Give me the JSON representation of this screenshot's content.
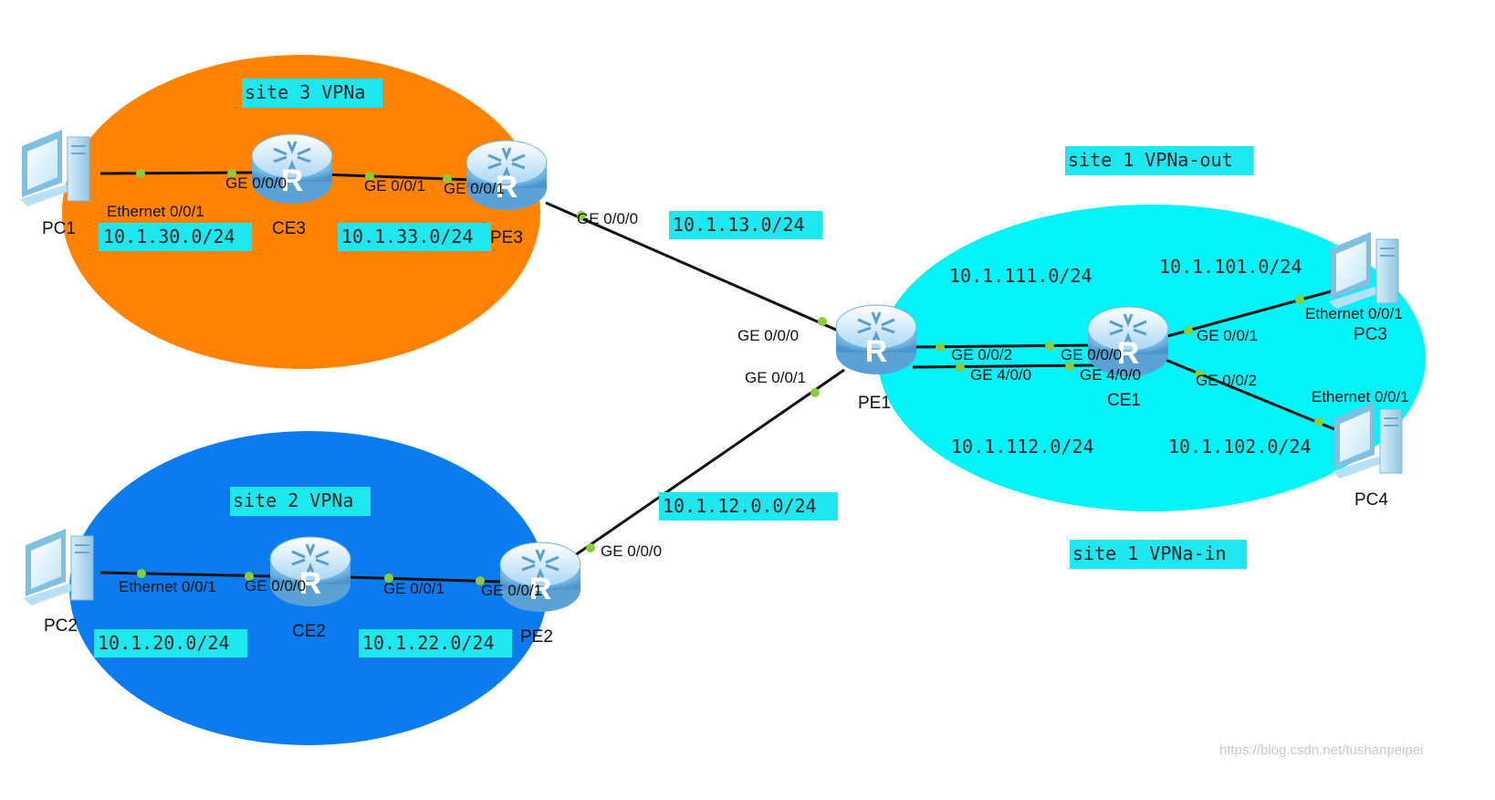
{
  "colors": {
    "site3": "#ff8200",
    "site2": "#0a7cf0",
    "site1": "#00f4f8",
    "label_bg": "#1de8f0",
    "link": "#111111",
    "port_dot": "#8ccc3a"
  },
  "sites": {
    "site3": "site 3 VPNa",
    "site2": "site 2 VPNa",
    "site1_out": "site 1 VPNa-out",
    "site1_in": "site 1 VPNa-in"
  },
  "devices": {
    "pc1": "PC1",
    "ce3": "CE3",
    "pe3": "PE3",
    "pc2": "PC2",
    "ce2": "CE2",
    "pe2": "PE2",
    "pe1": "PE1",
    "ce1": "CE1",
    "pc3": "PC3",
    "pc4": "PC4"
  },
  "device_icons": {
    "router": "router-icon",
    "pc": "pc-icon"
  },
  "interfaces": {
    "pc1_eth": "Ethernet 0/0/1",
    "ce3_ge000": "GE 0/0/0",
    "ce3_ge001": "GE 0/0/1",
    "pe3_ge001": "GE 0/0/1",
    "pe3_ge000": "GE 0/0/0",
    "pe1_ge000": "GE 0/0/0",
    "pe1_ge001": "GE 0/0/1",
    "pe1_ge002": "GE 0/0/2",
    "pe1_ge400": "GE 4/0/0",
    "ce1_ge000": "GE 0/0/0",
    "ce1_ge400": "GE 4/0/0",
    "ce1_ge001": "GE 0/0/1",
    "ce1_ge002": "GE 0/0/2",
    "pc3_eth": "Ethernet 0/0/1",
    "pc4_eth": "Ethernet 0/0/1",
    "pc2_eth": "Ethernet 0/0/1",
    "ce2_ge000": "GE 0/0/0",
    "ce2_ge001": "GE 0/0/1",
    "pe2_ge001": "GE 0/0/1",
    "pe2_ge000": "GE 0/0/0"
  },
  "networks": {
    "n30": "10.1.30.0/24",
    "n33": "10.1.33.0/24",
    "n13": "10.1.13.0/24",
    "n12": "10.1.12.0.0/24",
    "n20": "10.1.20.0/24",
    "n22": "10.1.22.0/24",
    "n111": "10.1.111.0/24",
    "n112": "10.1.112.0/24",
    "n101": "10.1.101.0/24",
    "n102": "10.1.102.0/24"
  },
  "watermark": "https://blog.csdn.net/tushanpeipei"
}
